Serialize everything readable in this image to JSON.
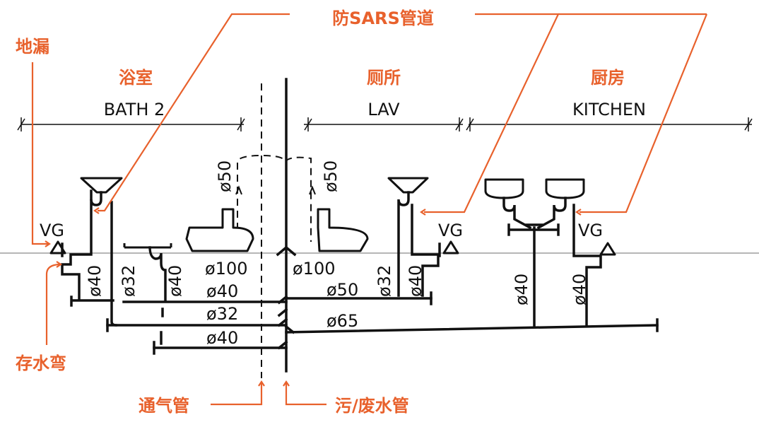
{
  "colors": {
    "annotation": "#e8612c",
    "linework": "#111111",
    "background": "#ffffff"
  },
  "labels": {
    "anti_sars_pipe": "防SARS管道",
    "floor_drain": "地漏",
    "trap": "存水弯",
    "vent_pipe": "通气管",
    "waste_pipe": "污/废水管",
    "bath_cn": "浴室",
    "lav_cn": "厕所",
    "kitchen_cn": "厨房"
  },
  "rooms": {
    "bath": "BATH 2",
    "lav": "LAV",
    "kitchen": "KITCHEN"
  },
  "fixture_marks": {
    "vg_bath": "VG",
    "vg_lav": "VG",
    "vg_kitchen": "VG"
  },
  "pipe_sizes": {
    "vent_left": "ø50",
    "vent_right": "ø50",
    "wc_left": "ø100",
    "wc_right": "ø100",
    "bath_trap": "ø40",
    "bath_basin": "ø32",
    "bath_sink": "ø40",
    "branch_left_1": "ø40",
    "branch_left_2": "ø32",
    "branch_left_3": "ø40",
    "branch_right_1": "ø50",
    "branch_right_2": "ø65",
    "lav_basin": "ø32",
    "lav_trap": "ø40",
    "kitchen_sink": "ø40",
    "kitchen_drain": "ø40"
  }
}
